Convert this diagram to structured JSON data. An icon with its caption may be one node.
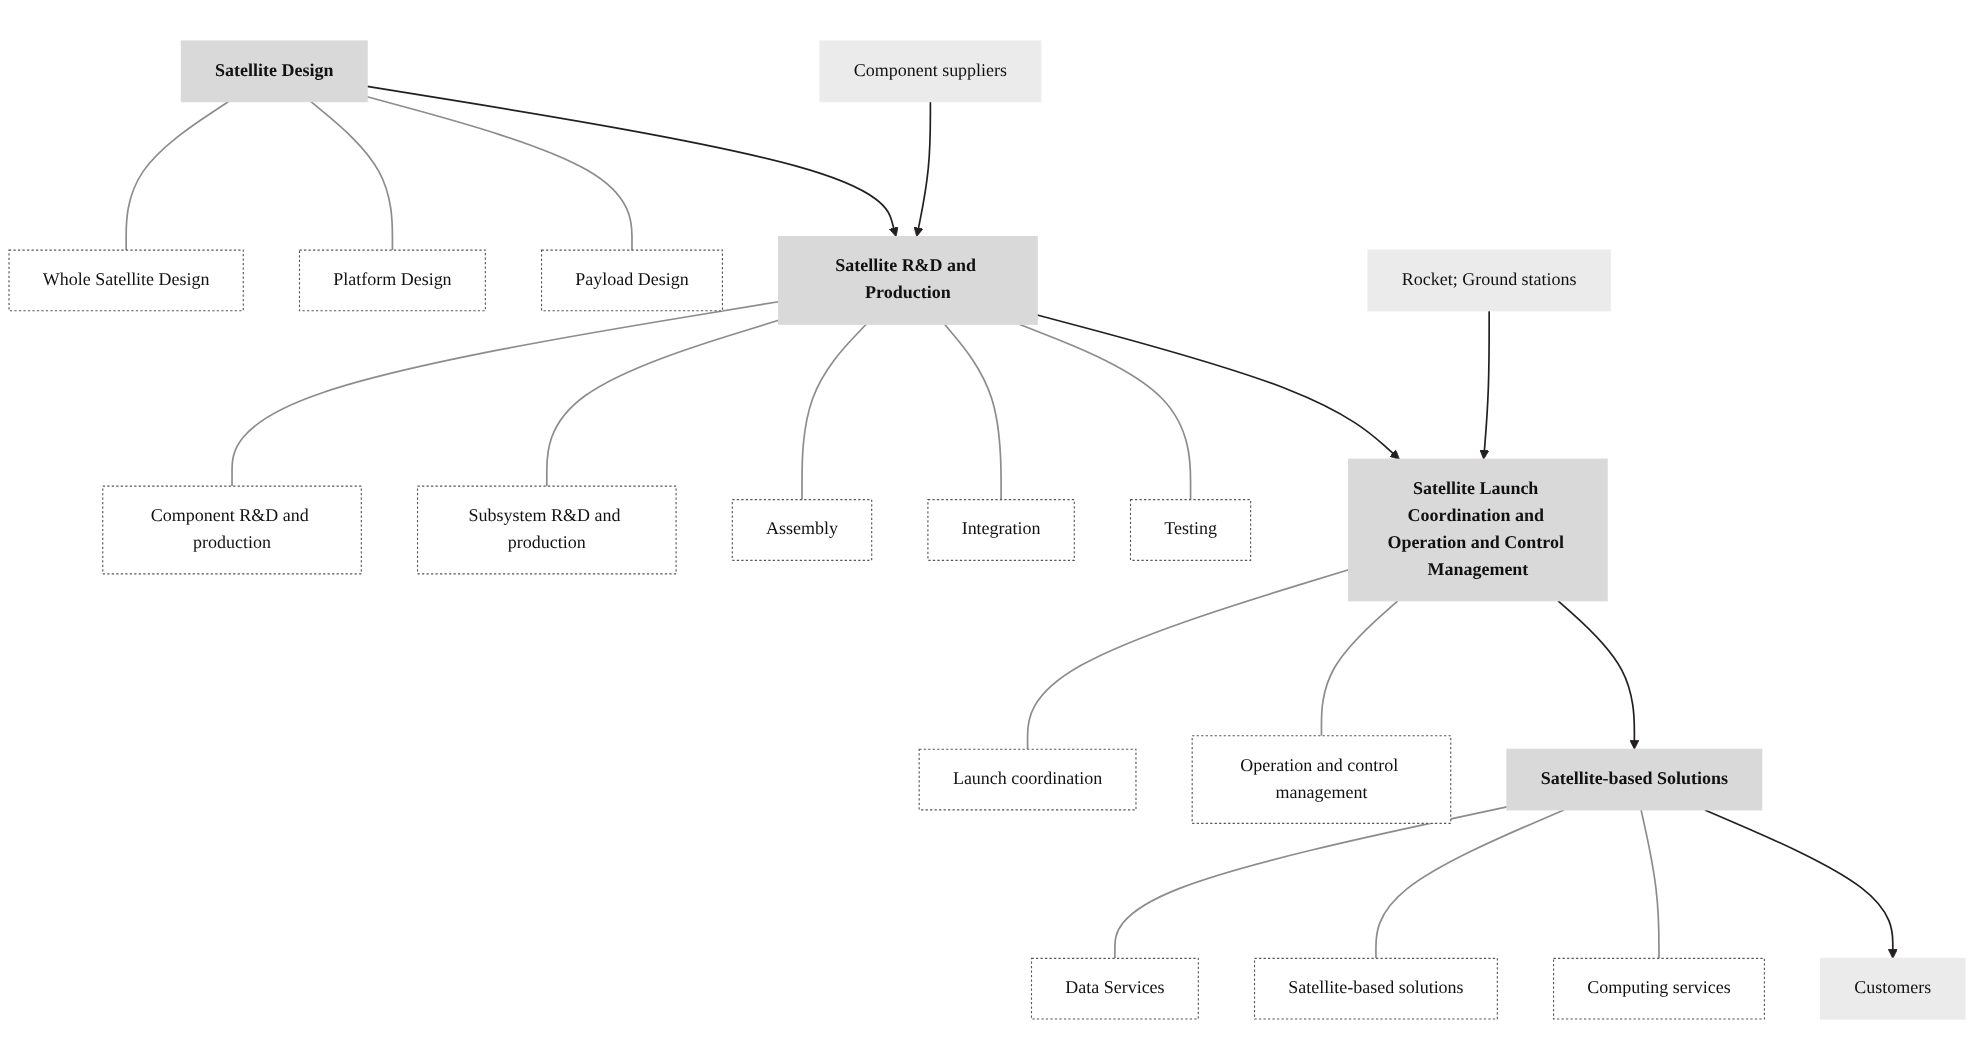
{
  "diagram": {
    "nodes": [
      {
        "text": [
          "Satellite Design"
        ]
      },
      {
        "text": [
          "Whole Satellite Design"
        ]
      },
      {
        "text": [
          "Platform Design"
        ]
      },
      {
        "text": [
          "Payload Design"
        ]
      },
      {
        "text": [
          "Satellite R&D and Production"
        ]
      },
      {
        "text": [
          "Component R&D and production"
        ]
      },
      {
        "text": [
          "Subsystem R&D and production"
        ]
      },
      {
        "text": [
          "Assembly"
        ]
      },
      {
        "text": [
          "Integration"
        ]
      },
      {
        "text": [
          "Testing"
        ]
      },
      {
        "text": [
          "Satellite Launch Coordination and Operation and Control Management"
        ]
      },
      {
        "text": [
          "Launch coordination"
        ]
      },
      {
        "text": [
          "Operation and control management"
        ]
      },
      {
        "text": [
          "Satellite-based Solutions"
        ]
      },
      {
        "text": [
          "Data Services"
        ]
      },
      {
        "text": [
          "Satellite-based solutions"
        ]
      },
      {
        "text": [
          "Computing services"
        ]
      },
      {
        "text": [
          "Component suppliers"
        ]
      },
      {
        "text": [
          "Rocket; Ground stations"
        ]
      },
      {
        "text": [
          "Customers"
        ]
      }
    ],
    "edges": [
      {
        "from": 0,
        "to": 4,
        "arrow": "to",
        "color": "#231f20"
      },
      {
        "from": 4,
        "to": 10,
        "arrow": "to",
        "color": "#231f20"
      },
      {
        "from": 10,
        "to": 13,
        "arrow": "to",
        "color": "#231f20"
      },
      {
        "from": 0,
        "to": 1,
        "arrow": "none"
      },
      {
        "from": 0,
        "to": 2,
        "arrow": "none"
      },
      {
        "from": 0,
        "to": 3,
        "arrow": "none"
      },
      {
        "from": 4,
        "to": 5,
        "arrow": "none"
      },
      {
        "from": 4,
        "to": 6,
        "arrow": "none"
      },
      {
        "from": 4,
        "to": 7,
        "arrow": "none"
      },
      {
        "from": 4,
        "to": 8,
        "arrow": "none"
      },
      {
        "from": 4,
        "to": 9,
        "arrow": "none"
      },
      {
        "from": 10,
        "to": 11,
        "arrow": "none"
      },
      {
        "from": 10,
        "to": 12,
        "arrow": "none"
      },
      {
        "from": 13,
        "to": 14,
        "arrow": "none"
      },
      {
        "from": 13,
        "to": 15,
        "arrow": "none"
      },
      {
        "from": 13,
        "to": 16,
        "arrow": "none"
      },
      {
        "from": 17,
        "to": 4,
        "arrow": "to",
        "color": "#231f20"
      },
      {
        "from": 18,
        "to": 10,
        "arrow": "to",
        "color": "#231f20"
      },
      {
        "from": 13,
        "to": 19,
        "arrow": "to",
        "color": "#231f20"
      }
    ]
  }
}
